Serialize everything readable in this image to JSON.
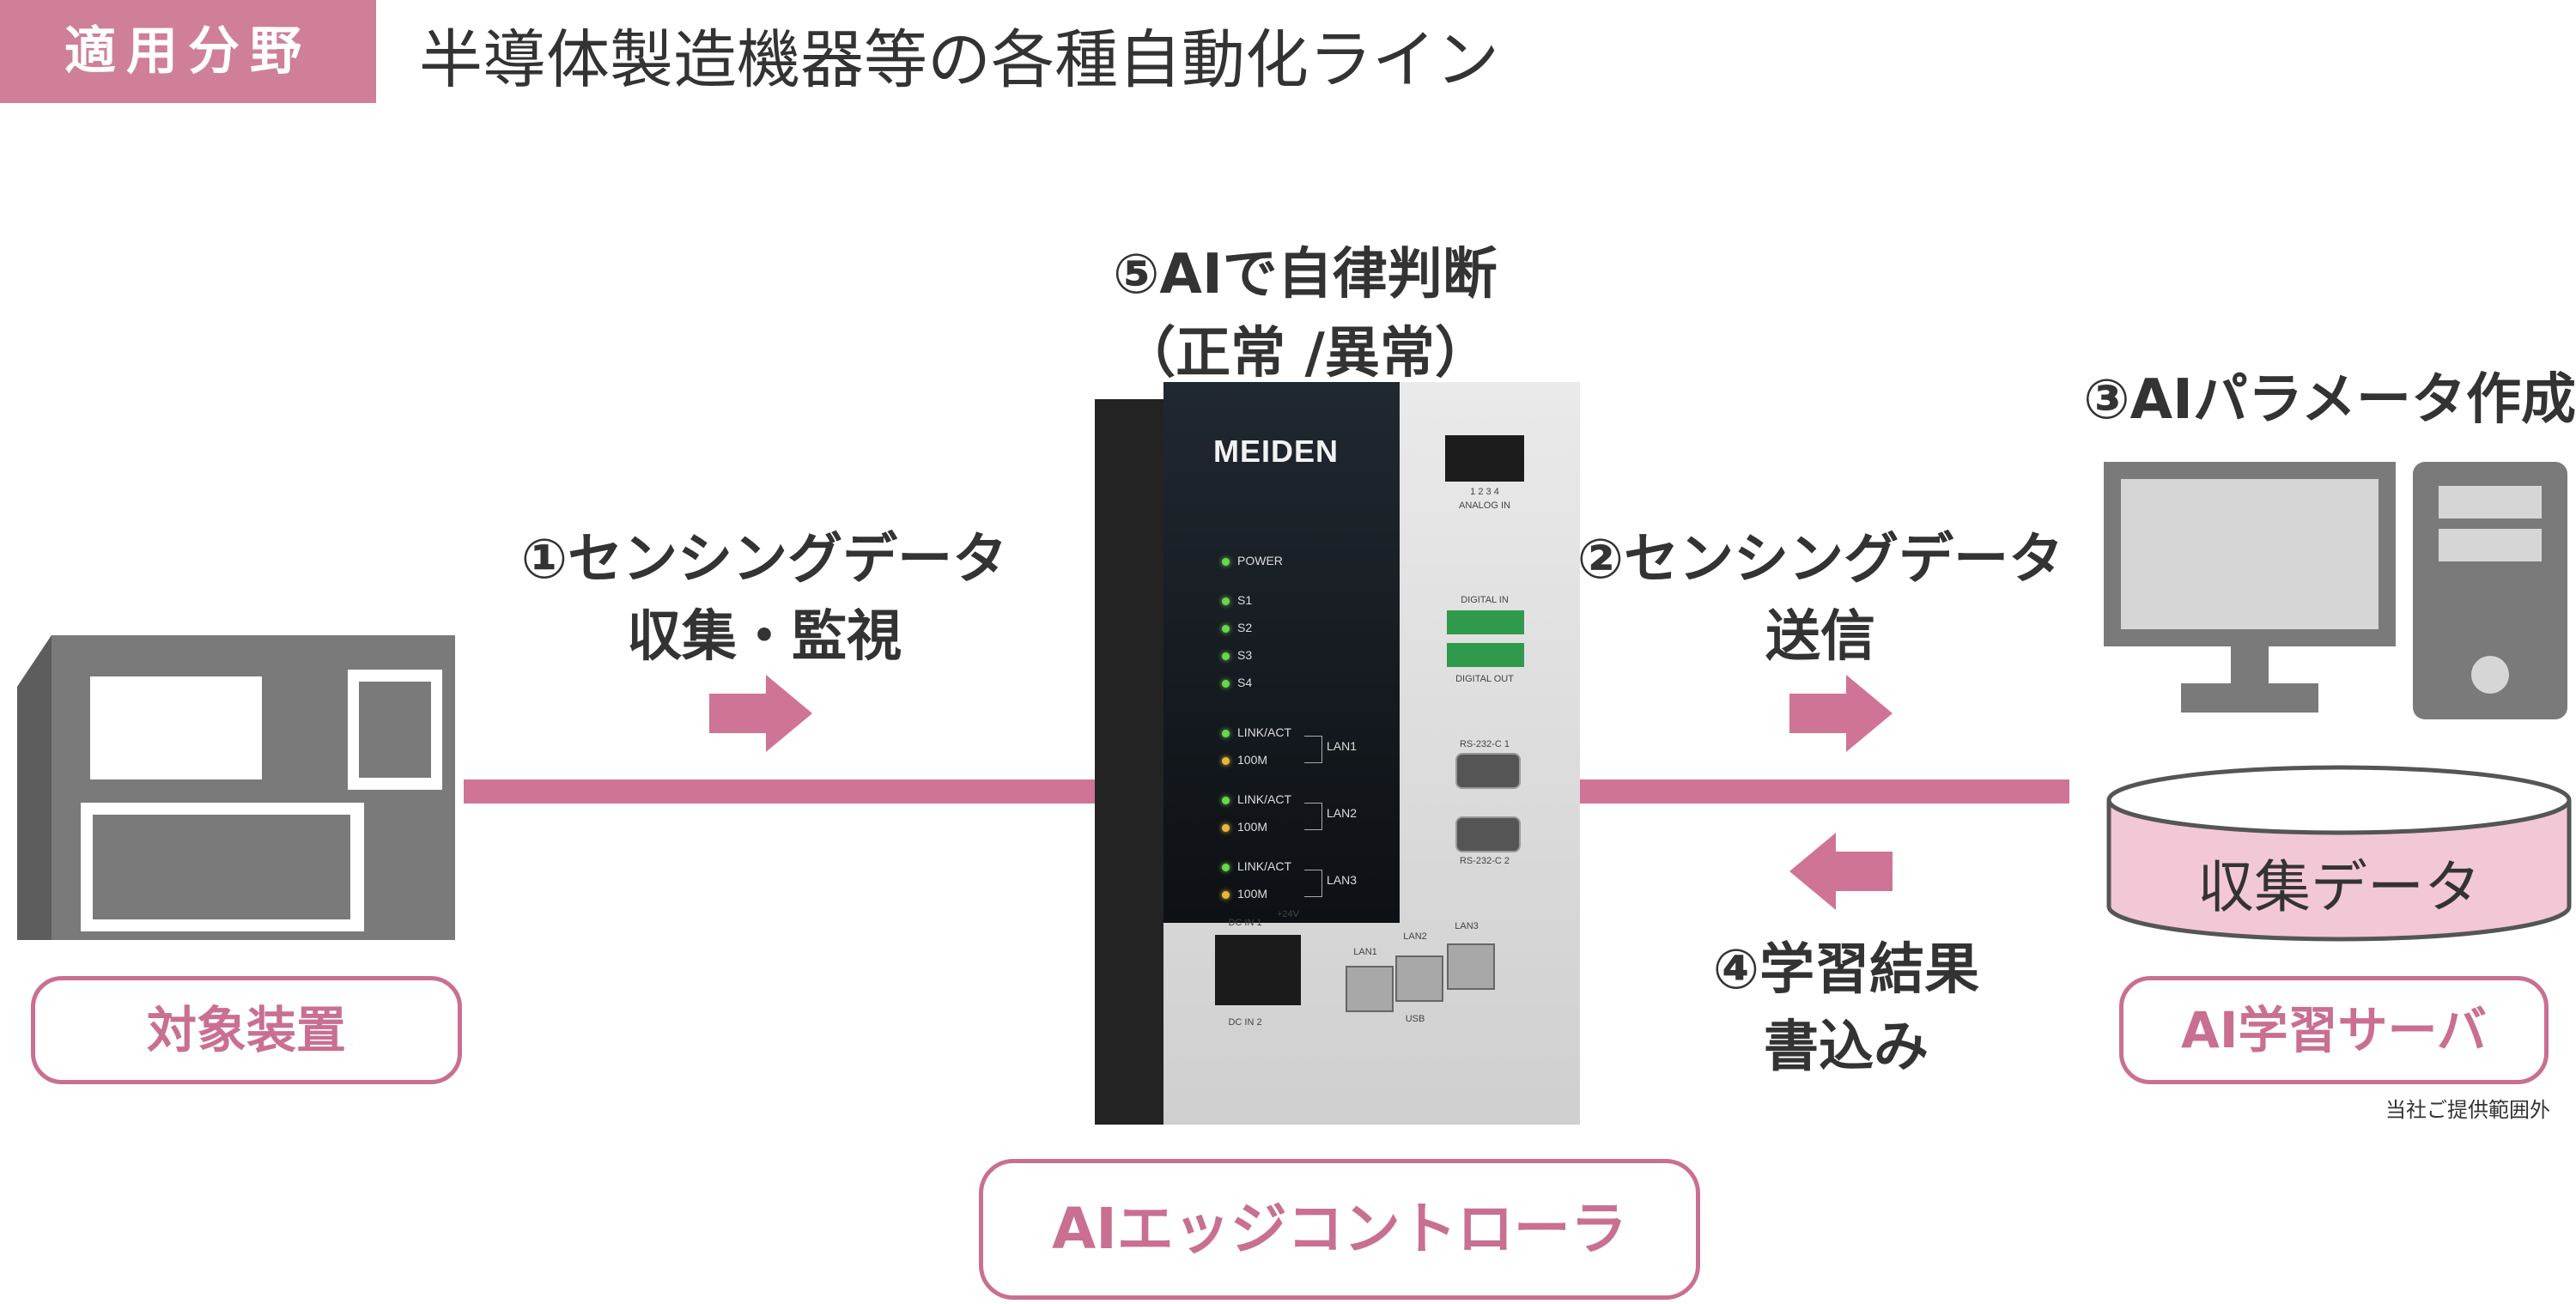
{
  "header": {
    "tag": "適用分野",
    "title": "半導体製造機器等の各種自動化ライン"
  },
  "target": {
    "label": "対象装置"
  },
  "step1": {
    "line1": "①センシングデータ",
    "line2": "収集・監視"
  },
  "step2": {
    "line1": "②センシングデータ",
    "line2": "送信"
  },
  "step3": {
    "text": "③AIパラメータ作成"
  },
  "step4": {
    "line1": "④学習結果",
    "line2": "書込み"
  },
  "step5": {
    "line1": "⑤AIで自律判断",
    "line2": "（正常 /異常）"
  },
  "server": {
    "db_label": "収集データ",
    "label": "AI学習サーバ",
    "note": "当社ご提供範囲外"
  },
  "controller": {
    "label": "AIエッジコントローラ",
    "brand": "MEIDEN",
    "leds": [
      {
        "text": "POWER",
        "color": "green"
      },
      {
        "text": "S1",
        "color": "green"
      },
      {
        "text": "S2",
        "color": "green"
      },
      {
        "text": "S3",
        "color": "green"
      },
      {
        "text": "S4",
        "color": "green"
      },
      {
        "text": "LINK/ACT",
        "color": "green"
      },
      {
        "text": "100M",
        "color": "yellow"
      },
      {
        "text": "LINK/ACT",
        "color": "green"
      },
      {
        "text": "100M",
        "color": "yellow"
      },
      {
        "text": "LINK/ACT",
        "color": "green"
      },
      {
        "text": "100M",
        "color": "yellow"
      }
    ],
    "lan_labels": [
      "LAN1",
      "LAN2",
      "LAN3"
    ],
    "analog_in": "ANALOG IN",
    "analog_nums": "1  2  3  4",
    "digital_in": "DIGITAL IN",
    "digital_out": "DIGITAL OUT",
    "rs232_1": "RS-232-C 1",
    "rs232_2": "RS-232-C 2",
    "dc_in_1": "DC IN 1",
    "plus24v": "+24V",
    "dc_in_2": "DC IN 2",
    "port_lan1": "LAN1",
    "port_lan2": "LAN2",
    "port_lan3": "LAN3",
    "usb": "USB"
  }
}
